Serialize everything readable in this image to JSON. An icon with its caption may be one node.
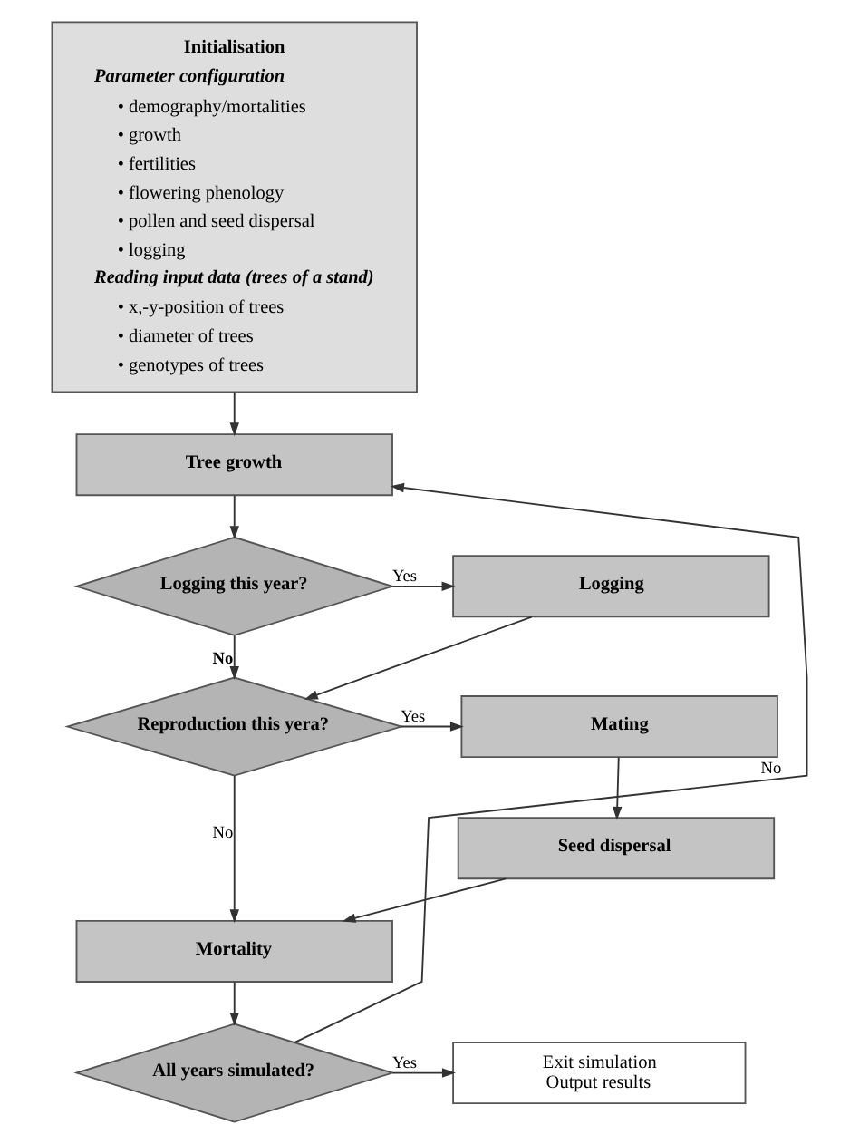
{
  "diagram": {
    "nodes": [
      {
        "text": [
          "Initialisation",
          "Parameter configuration",
          "• demography/mortalities",
          "• growth",
          "• fertilities",
          "• flowering phenology",
          "• pollen and seed dispersal",
          "• logging",
          "Reading input data (trees of a stand)",
          "• x,-y-position of trees",
          "• diameter of trees",
          "• genotypes of trees"
        ]
      },
      {
        "text": [
          "Tree growth"
        ]
      },
      {
        "text": [
          "Logging this year?"
        ]
      },
      {
        "text": [
          "Logging"
        ]
      },
      {
        "text": [
          "Reproduction this yera?"
        ]
      },
      {
        "text": [
          "Mating"
        ]
      },
      {
        "text": [
          "Seed dispersal"
        ]
      },
      {
        "text": [
          "Mortality"
        ]
      },
      {
        "text": [
          "All years simulated?"
        ]
      },
      {
        "text": [
          "Exit simulation",
          "Output results"
        ]
      }
    ],
    "edges": [
      {
        "from": 0,
        "to": 1,
        "arrow": "to"
      },
      {
        "from": 1,
        "to": 2,
        "arrow": "to"
      },
      {
        "from": 2,
        "to": 3,
        "arrow": "to",
        "label": "Yes"
      },
      {
        "from": 2,
        "to": 4,
        "arrow": "to",
        "label": "No"
      },
      {
        "from": 3,
        "to": 4,
        "arrow": "to"
      },
      {
        "from": 4,
        "to": 5,
        "arrow": "to",
        "label": "Yes"
      },
      {
        "from": 5,
        "to": 6,
        "arrow": "to"
      },
      {
        "from": 4,
        "to": 7,
        "arrow": "to",
        "label": "No"
      },
      {
        "from": 6,
        "to": 7,
        "arrow": "to"
      },
      {
        "from": 7,
        "to": 8,
        "arrow": "to"
      },
      {
        "from": 8,
        "to": 9,
        "arrow": "to",
        "label": "Yes"
      },
      {
        "from": 8,
        "to": 1,
        "arrow": "to",
        "label": "No"
      }
    ]
  }
}
